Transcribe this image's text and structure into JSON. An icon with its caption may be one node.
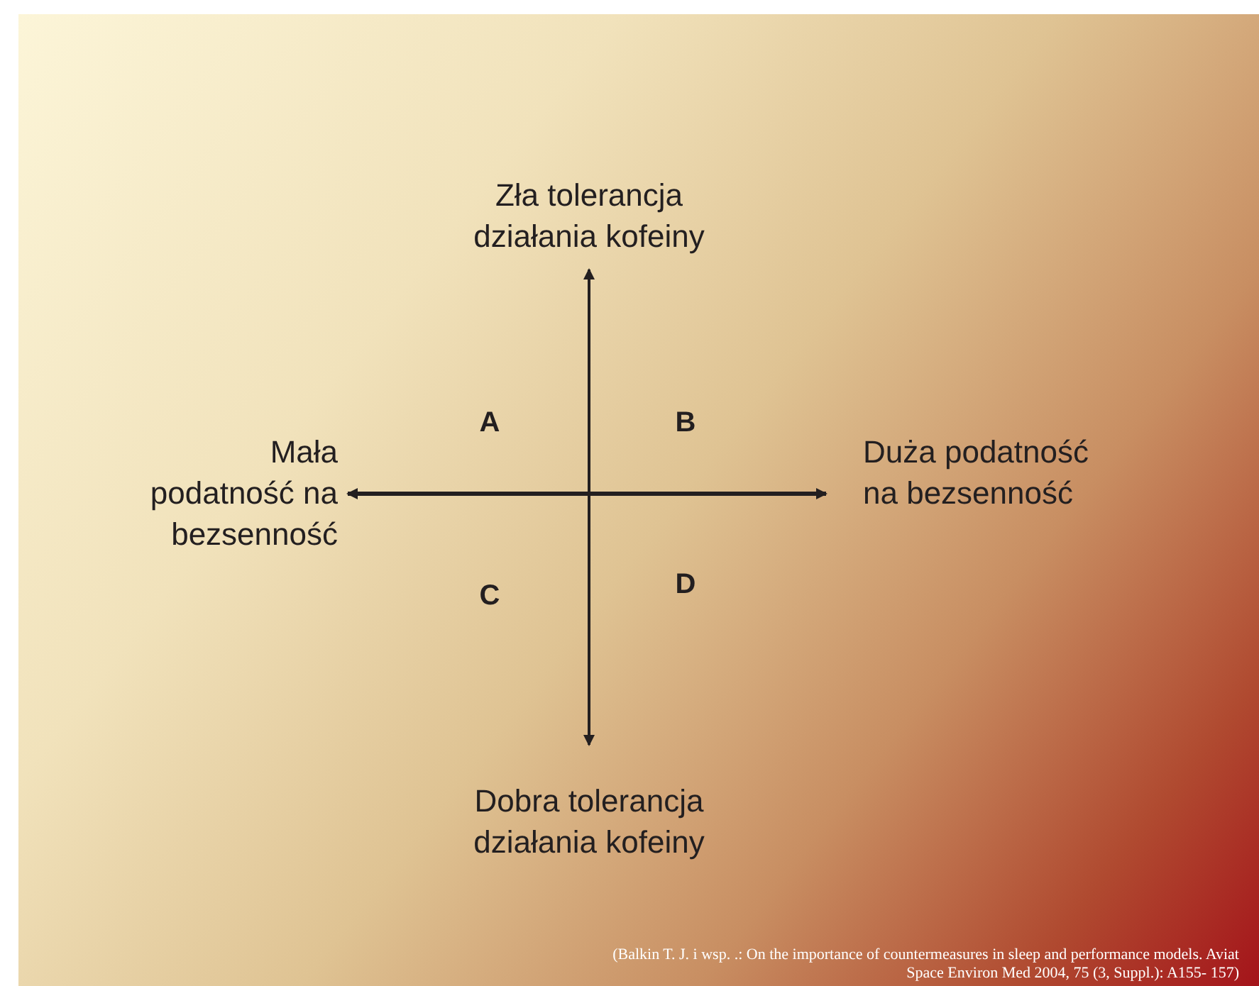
{
  "diagram": {
    "caption": "(Balkin T. J. i wsp.  .: On the importance of countermeasures in sleep and performance models. Aviat Space Environ Med 2004, 75 (3, Suppl.): A155- 157)",
    "labels": [
      "Zła tolerancja działania kofeiny",
      "A",
      "B",
      "Mała podatność na bezsenność",
      "Duża podatność na bezsenność",
      "C",
      "D",
      "Dobra tolerancja działania kofeiny"
    ]
  }
}
